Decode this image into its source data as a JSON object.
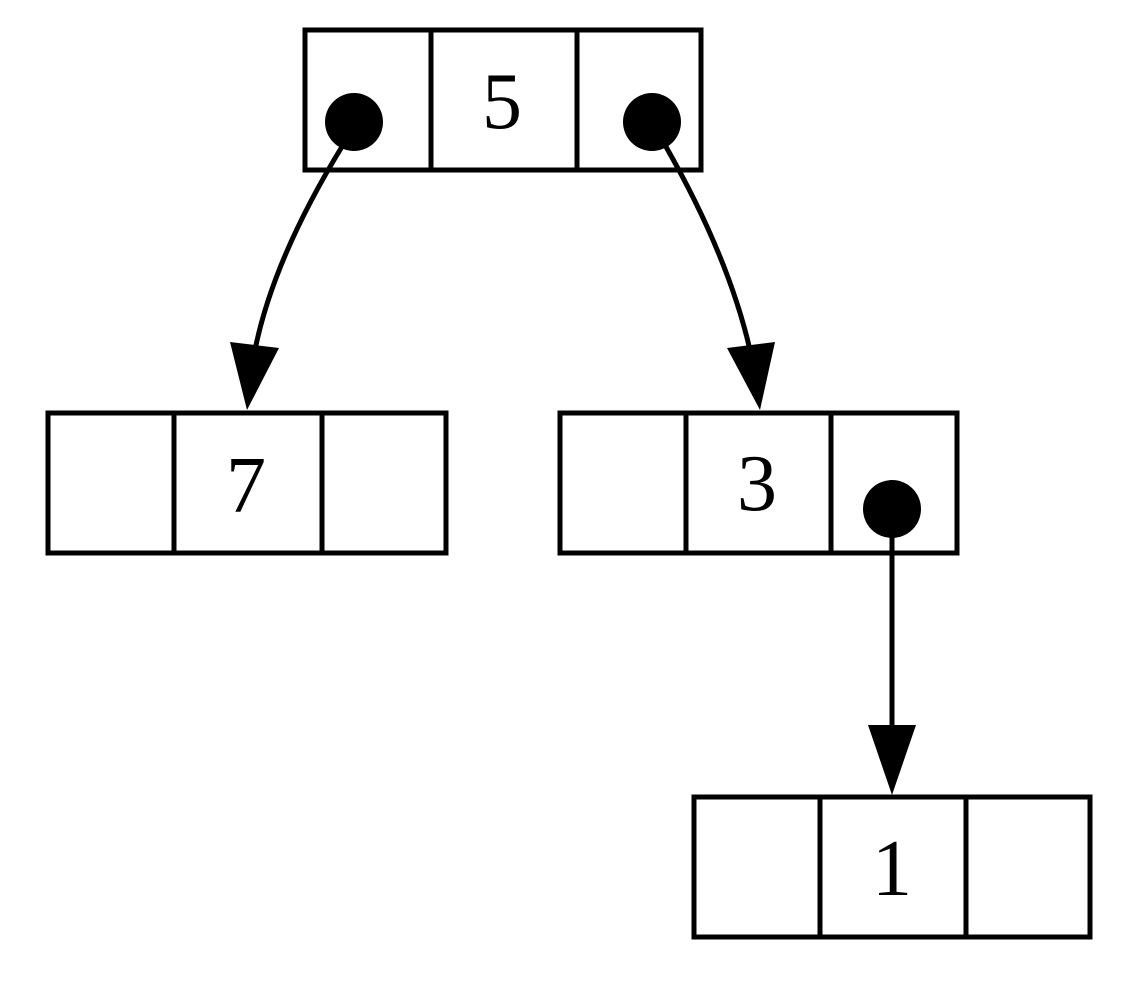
{
  "diagram": {
    "type": "binary-tree-linked-nodes",
    "nodes": [
      {
        "id": "n5",
        "value": "5",
        "left": "n7",
        "right": "n3"
      },
      {
        "id": "n7",
        "value": "7",
        "left": null,
        "right": null
      },
      {
        "id": "n3",
        "value": "3",
        "left": null,
        "right": "n1"
      },
      {
        "id": "n1",
        "value": "1",
        "left": null,
        "right": null
      }
    ],
    "colors": {
      "line": "#000000",
      "fill": "#ffffff"
    }
  }
}
